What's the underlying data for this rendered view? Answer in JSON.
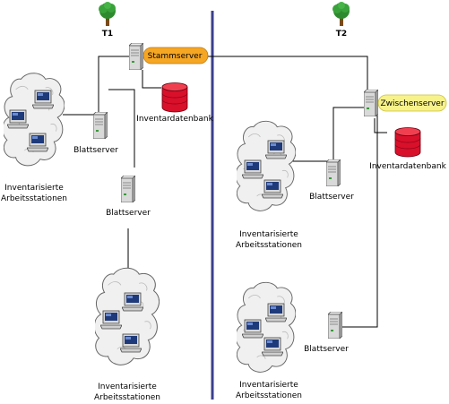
{
  "trees": [
    {
      "id": "t1",
      "label": "T1"
    },
    {
      "id": "t2",
      "label": "T2"
    }
  ],
  "servers": {
    "root": {
      "label": "Stammserver",
      "color": "#f5a623"
    },
    "intermediate": {
      "label": "Zwischenserver",
      "color": "#f7f28a"
    },
    "leaf": {
      "label": "Blattserver"
    }
  },
  "database": {
    "label": "Inventardatenbank",
    "color": "#e0102a"
  },
  "workstations": {
    "label_line1": "Inventarisierte",
    "label_line2": "Arbeitsstationen"
  },
  "divider_color": "#3b3f8f"
}
